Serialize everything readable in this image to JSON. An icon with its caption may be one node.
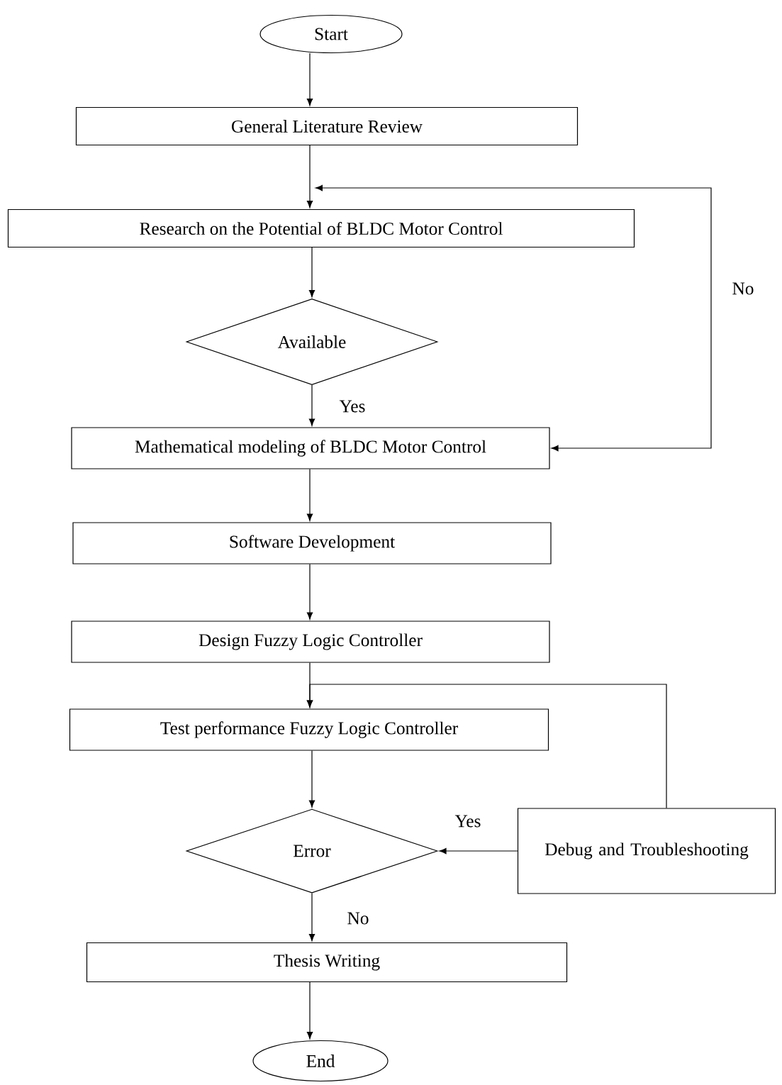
{
  "diagram": {
    "nodes": [
      {
        "text": [
          "Start"
        ]
      },
      {
        "text": [
          "General Literature Review"
        ]
      },
      {
        "text": [
          "Research on the Potential of BLDC Motor Control"
        ]
      },
      {
        "text": [
          "Available"
        ]
      },
      {
        "text": [
          "Mathematical modeling of BLDC Motor Control"
        ]
      },
      {
        "text": [
          "Software Development"
        ]
      },
      {
        "text": [
          "Design Fuzzy Logic Controller"
        ]
      },
      {
        "text": [
          "Test performance Fuzzy Logic Controller"
        ]
      },
      {
        "text": [
          "Error"
        ]
      },
      {
        "text": [
          "Debug and Troubleshooting"
        ]
      },
      {
        "text": [
          "Thesis Writing"
        ]
      },
      {
        "text": [
          "End"
        ]
      }
    ],
    "edges": [
      {
        "from": 0,
        "to": 1,
        "arrow": "to"
      },
      {
        "from": 1,
        "to": 2,
        "arrow": "to"
      },
      {
        "from": 2,
        "to": 3,
        "arrow": "to"
      },
      {
        "from": 3,
        "to": 4,
        "arrow": "to",
        "label": "Yes"
      },
      {
        "from": 4,
        "to": 2,
        "arrow": "both",
        "label": "No"
      },
      {
        "from": 4,
        "to": 5,
        "arrow": "to"
      },
      {
        "from": 5,
        "to": 6,
        "arrow": "to"
      },
      {
        "from": 6,
        "to": 7,
        "arrow": "to"
      },
      {
        "from": 7,
        "to": 8,
        "arrow": "to"
      },
      {
        "from": 9,
        "to": 8,
        "arrow": "to",
        "label": "Yes"
      },
      {
        "from": 9,
        "to": 7,
        "arrow": "to"
      },
      {
        "from": 8,
        "to": 10,
        "arrow": "to",
        "label": "No"
      },
      {
        "from": 10,
        "to": 11,
        "arrow": "to"
      }
    ]
  }
}
